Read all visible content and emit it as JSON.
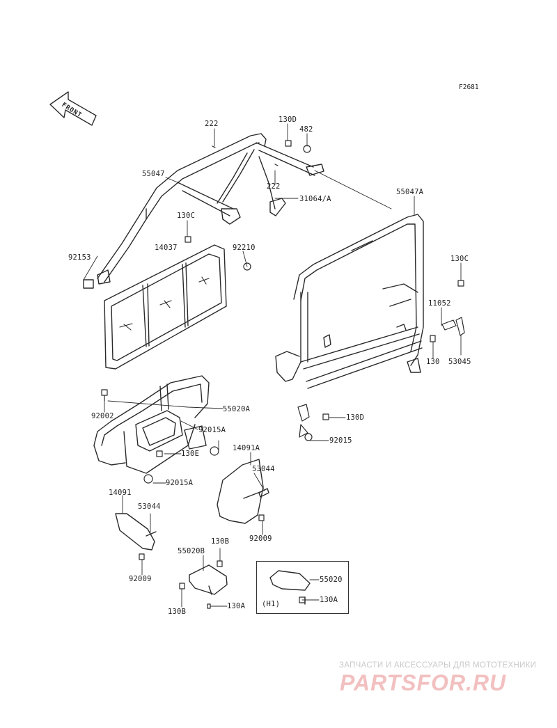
{
  "diagram_code": "F2681",
  "front_label": "FRONT",
  "inset_label": "(H1)",
  "labels": {
    "l222a": "222",
    "l130d_top": "130D",
    "l482": "482",
    "l55047": "55047",
    "l222b": "222",
    "l31064a": "31064/A",
    "l55047a": "55047A",
    "l130c_left": "130C",
    "l14037": "14037",
    "l92210": "92210",
    "l92153": "92153",
    "l130c_right": "130C",
    "l11052": "11052",
    "l130": "130",
    "l53045": "53045",
    "l92002": "92002",
    "l55020a": "55020A",
    "l92015a_top": "92015A",
    "l130e": "130E",
    "l130d_mid": "130D",
    "l92015": "92015",
    "l14091a": "14091A",
    "l53044_right": "53044",
    "l92015a_bot": "92015A",
    "l14091": "14091",
    "l53044_left": "53044",
    "l92009_right": "92009",
    "l130b_top": "130B",
    "l55020b": "55020B",
    "l55020": "55020",
    "l92009_left": "92009",
    "l130a_inset": "130A",
    "l130b_bot": "130B",
    "l130a_bot": "130A"
  },
  "watermark": {
    "line1": "ЗАПЧАСТИ И АКСЕССУАРЫ ДЛЯ МОТОТЕХНИКИ",
    "line2": "PARTSFOR.RU"
  },
  "colors": {
    "line": "#2a2a2a",
    "watermark_text": "#c9c9c9",
    "watermark_logo": "#f2c0c0"
  }
}
